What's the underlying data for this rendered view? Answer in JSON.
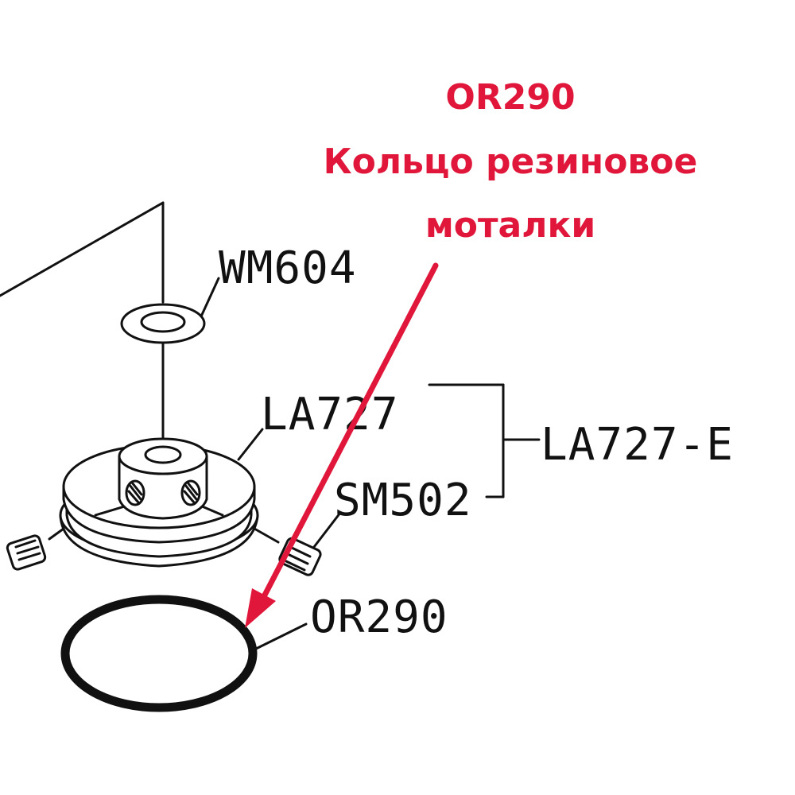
{
  "callout": {
    "code": "OR290",
    "line1": "Кольцо резиновое",
    "line2": "моталки",
    "color": "#e0173a"
  },
  "parts": {
    "washer": "WM604",
    "pulley": "LA727",
    "assembly": "LA727-E",
    "screw": "SM502",
    "oring": "OR290"
  }
}
